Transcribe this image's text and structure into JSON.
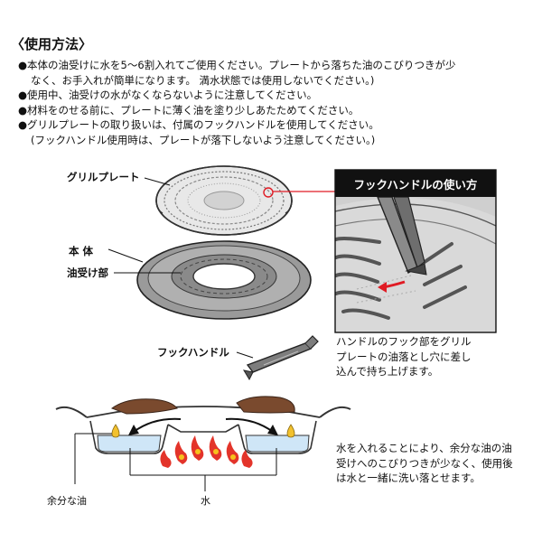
{
  "heading": "〈使用方法〉",
  "instructions": [
    {
      "bullet": "●",
      "lines": [
        "本体の油受けに水を5～6割入れてご使用ください。プレートから落ちた油のこびりつきが少",
        "なく、お手入れが簡単になります。 満水状態では使用しないでください。)"
      ]
    },
    {
      "bullet": "●",
      "lines": [
        "使用中、油受けの水がなくならないように注意してください。"
      ]
    },
    {
      "bullet": "●",
      "lines": [
        "材料をのせる前に、プレートに薄く油を塗り少しあたためてください。"
      ]
    },
    {
      "bullet": "●",
      "lines": [
        "グリルプレートの取り扱いは、付属のフックハンドルを使用してください。",
        "(フックハンドル使用時は、プレートが落下しないよう注意してください。)"
      ]
    }
  ],
  "diagram_labels": {
    "grill_plate": "グリルプレート",
    "body": "本 体",
    "oil_pan": "油受け部",
    "hook_handle": "フックハンドル"
  },
  "panel": {
    "title": "フックハンドルの使い方",
    "description": [
      "ハンドルのフック部をグリル",
      "プレートの油落とし穴に差し",
      "込んで持ち上げます。"
    ]
  },
  "cross_section": {
    "excess_oil": "余分な油",
    "water": "水",
    "note": [
      "水を入れることにより、余分な油の油",
      "受けへのこびりつきが少なく、使用後",
      "は水と一緒に洗い落とせます。"
    ]
  },
  "colors": {
    "flame": "#e3342a",
    "flame_core": "#f6c21c",
    "food": "#7a4a2e",
    "water": "#cfe6f7",
    "plate": "#8a8a8a"
  }
}
